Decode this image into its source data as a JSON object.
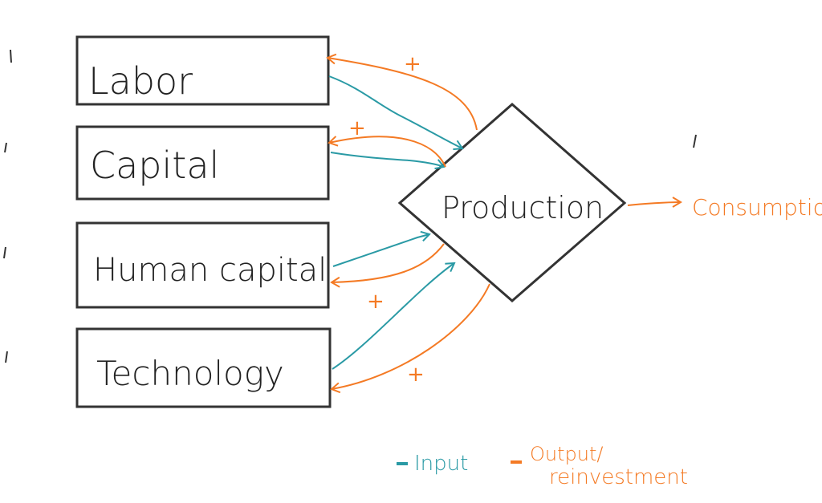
{
  "colors": {
    "input": "#2a9aa5",
    "output": "#f47a24",
    "stroke": "#333333"
  },
  "nodes": {
    "labor": "Labor",
    "capital": "Capital",
    "human_capital": "Human capital",
    "technology": "Technology",
    "production": "Production",
    "consumption": "Consumption"
  },
  "signs": {
    "labor": "+",
    "capital": "+",
    "human_capital": "+",
    "technology": "+"
  },
  "legend": {
    "input": "Input",
    "output": "Output/",
    "output_line2": "reinvestment"
  }
}
